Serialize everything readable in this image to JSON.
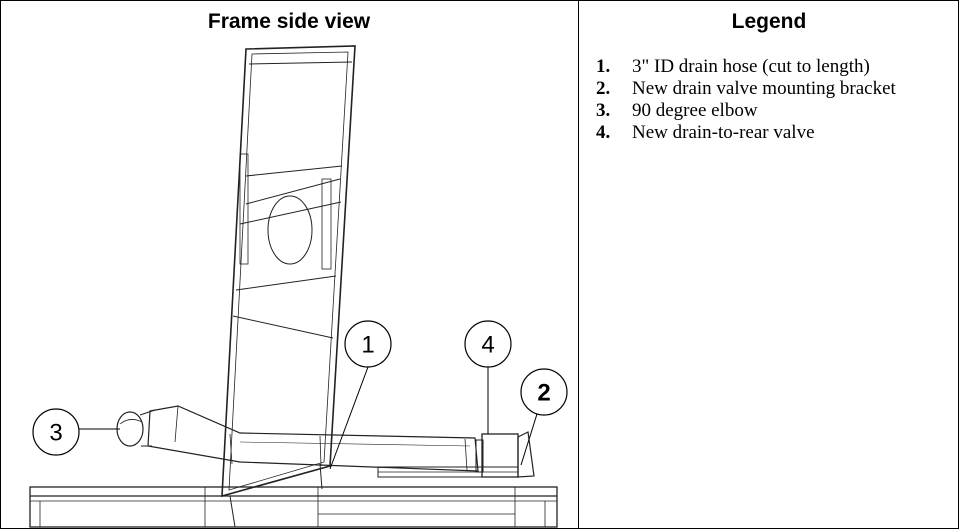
{
  "header": {
    "diagram_title": "Frame side view",
    "legend_title": "Legend"
  },
  "callouts": [
    "1",
    "4",
    "2",
    "3"
  ],
  "legend": [
    {
      "num": "1.",
      "text": "3\" ID drain hose (cut to length)"
    },
    {
      "num": "2.",
      "text": "New drain valve mounting bracket"
    },
    {
      "num": "3.",
      "text": "90 degree elbow"
    },
    {
      "num": "4.",
      "text": "New drain-to-rear valve"
    }
  ]
}
